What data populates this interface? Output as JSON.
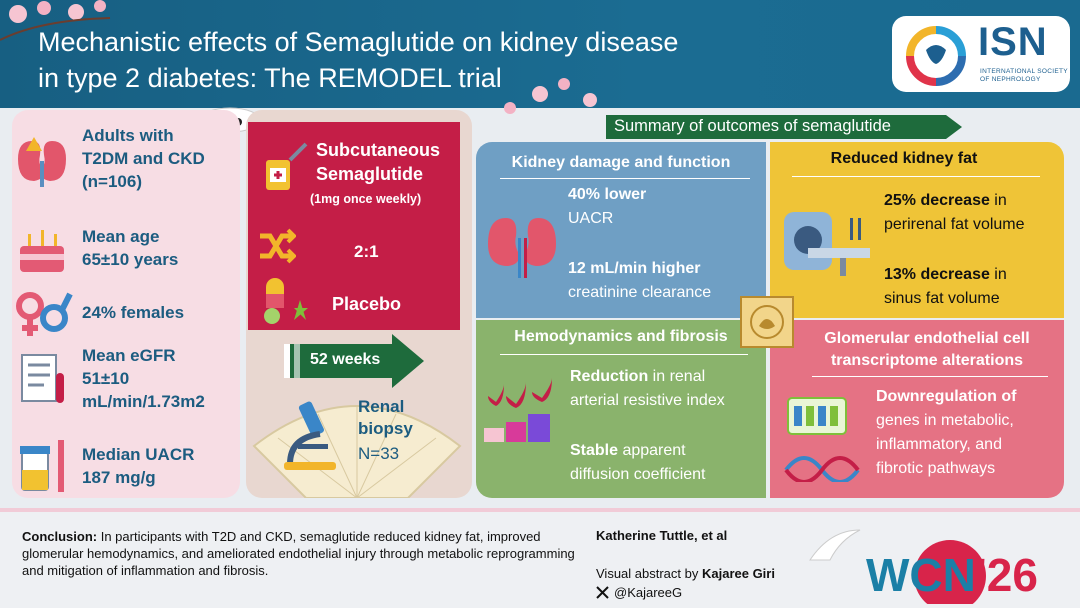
{
  "header": {
    "title_line1": "Mechanistic effects of Semaglutide on kidney disease",
    "title_line2": "in type 2 diabetes: The REMODEL trial",
    "logo_text": "ISN",
    "logo_sub": "INTERNATIONAL SOCIETY OF NEPHROLOGY"
  },
  "population": [
    {
      "lines": [
        "Adults with",
        "T2DM and CKD",
        "(n=106)"
      ],
      "icon": "kidney-warning-icon"
    },
    {
      "lines": [
        "Mean age",
        "65±10 years"
      ],
      "icon": "birthday-cake-icon"
    },
    {
      "lines": [
        "24% females"
      ],
      "icon": "gender-symbols-icon"
    },
    {
      "lines": [
        "Mean eGFR",
        "51±10",
        "mL/min/1.73m2"
      ],
      "icon": "lab-report-icon"
    },
    {
      "lines": [
        "Median UACR",
        "187 mg/g"
      ],
      "icon": "urine-sample-icon"
    }
  ],
  "treatment": {
    "title_line1": "Subcutaneous",
    "title_line2": "Semaglutide",
    "dose": "(1mg once weekly)",
    "ratio": "2:1",
    "placebo": "Placebo",
    "duration": "52 weeks",
    "biopsy_line1": "Renal",
    "biopsy_line2": "biopsy",
    "biopsy_n": "N=33"
  },
  "summary": {
    "banner": "Summary of outcomes of semaglutide",
    "kidney": {
      "heading": "Kidney damage and function",
      "stat1_bold": "40% lower",
      "stat1_rest": "UACR",
      "stat2_bold": "12 mL/min higher",
      "stat2_rest": "creatinine clearance"
    },
    "fat": {
      "heading": "Reduced kidney fat",
      "stat1_bold": "25% decrease",
      "stat1_mid": " in",
      "stat1_rest": "perirenal fat volume",
      "stat2_bold": "13% decrease",
      "stat2_mid": " in",
      "stat2_rest": "sinus fat volume"
    },
    "hemo": {
      "heading": "Hemodynamics and fibrosis",
      "stat1_bold": "Reduction",
      "stat1_mid": " in renal",
      "stat1_rest": "arterial resistive index",
      "stat2_bold": "Stable",
      "stat2_mid": " apparent",
      "stat2_rest": "diffusion coefficient"
    },
    "endo": {
      "heading_line1": "Glomerular endothelial cell",
      "heading_line2": "transcriptome alterations",
      "stat_bold": "Downregulation of",
      "stat_line2": "genes in metabolic,",
      "stat_line3": "inflammatory, and",
      "stat_line4": "fibrotic pathways"
    }
  },
  "footer": {
    "conclusion_label": "Conclusion:",
    "conclusion_text": " In participants with T2D and CKD, semaglutide reduced kidney fat, improved glomerular hemodynamics, and ameliorated endothelial injury through metabolic reprogramming and mitigation of inflammation and fibrosis.",
    "author": "Katherine Tuttle, et al",
    "va_prefix": "Visual abstract by ",
    "va_name": "Kajaree Giri",
    "handle": "@KajareeG",
    "event_prefix": "WCN",
    "event_suffix": "'26"
  },
  "colors": {
    "header": "#1b6c92",
    "treatment": "#c41e47",
    "kidney_panel": "#6f9fc4",
    "fat_panel": "#efc437",
    "hemo_panel": "#8ab36c",
    "endo_panel": "#e57284",
    "banner": "#1e6b3c"
  }
}
